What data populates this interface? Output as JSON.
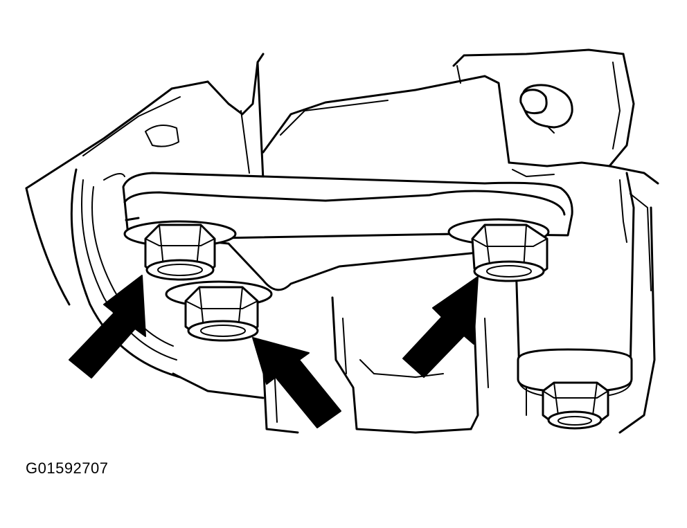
{
  "figure": {
    "code": "G01592707",
    "arrow_count": 3,
    "nut_count": 4,
    "ink_color": "#000000",
    "background_color": "#ffffff"
  }
}
